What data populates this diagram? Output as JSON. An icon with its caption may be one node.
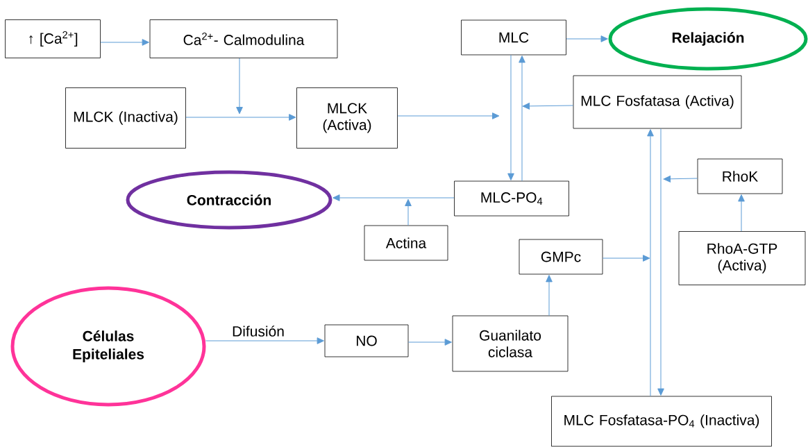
{
  "diagram": {
    "nodes": [
      {
        "text": [
          "↑ [Ca$^{2+}$]"
        ]
      },
      {
        "text": [
          "Ca$^{2+}$- Calmodulina"
        ]
      },
      {
        "text": [
          "MLC"
        ]
      },
      {
        "text": [
          "Relajación"
        ]
      },
      {
        "text": [
          "MLCK (Inactiva)"
        ]
      },
      {
        "text": [
          "MLCK (Activa)"
        ]
      },
      {
        "text": [
          "MLC Fosfatasa (Activa)"
        ]
      },
      {
        "text": [
          "Contracción"
        ]
      },
      {
        "text": [
          "MLC-PO$_{4}$"
        ]
      },
      {
        "text": [
          "RhoK"
        ]
      },
      {
        "text": [
          "Actina"
        ]
      },
      {
        "text": [
          "GMPc"
        ]
      },
      {
        "text": [
          "RhoA-GTP (Activa)"
        ]
      },
      {
        "text": [
          "Células Epiteliales"
        ]
      },
      {
        "text": [
          "NO"
        ]
      },
      {
        "text": [
          "Guanilato ciclasa"
        ]
      },
      {
        "text": [
          "MLC Fosfatasa-PO$_{4}$ (Inactiva)"
        ]
      }
    ],
    "edges": [
      {
        "from": 0,
        "to": 1,
        "arrow": "to"
      },
      {
        "from": 1,
        "to": null,
        "arrow": "to"
      },
      {
        "from": 4,
        "to": 5,
        "arrow": "to"
      },
      {
        "from": 5,
        "to": null,
        "arrow": "to"
      },
      {
        "from": 2,
        "to": 8,
        "arrow": "to"
      },
      {
        "from": 8,
        "to": 2,
        "arrow": "to"
      },
      {
        "from": 6,
        "to": null,
        "arrow": "to"
      },
      {
        "from": 2,
        "to": 3,
        "arrow": "to"
      },
      {
        "from": 8,
        "to": 7,
        "arrow": "to"
      },
      {
        "from": 10,
        "to": null,
        "arrow": "to"
      },
      {
        "from": 16,
        "to": 6,
        "arrow": "to"
      },
      {
        "from": 6,
        "to": 16,
        "arrow": "to"
      },
      {
        "from": 9,
        "to": null,
        "arrow": "to"
      },
      {
        "from": 12,
        "to": 9,
        "arrow": "to"
      },
      {
        "from": 11,
        "to": null,
        "arrow": "to"
      },
      {
        "from": 15,
        "to": 11,
        "arrow": "to"
      },
      {
        "from": 14,
        "to": 15,
        "arrow": "to"
      },
      {
        "from": 13,
        "to": 14,
        "arrow": "to",
        "label": "Difusión"
      }
    ]
  }
}
